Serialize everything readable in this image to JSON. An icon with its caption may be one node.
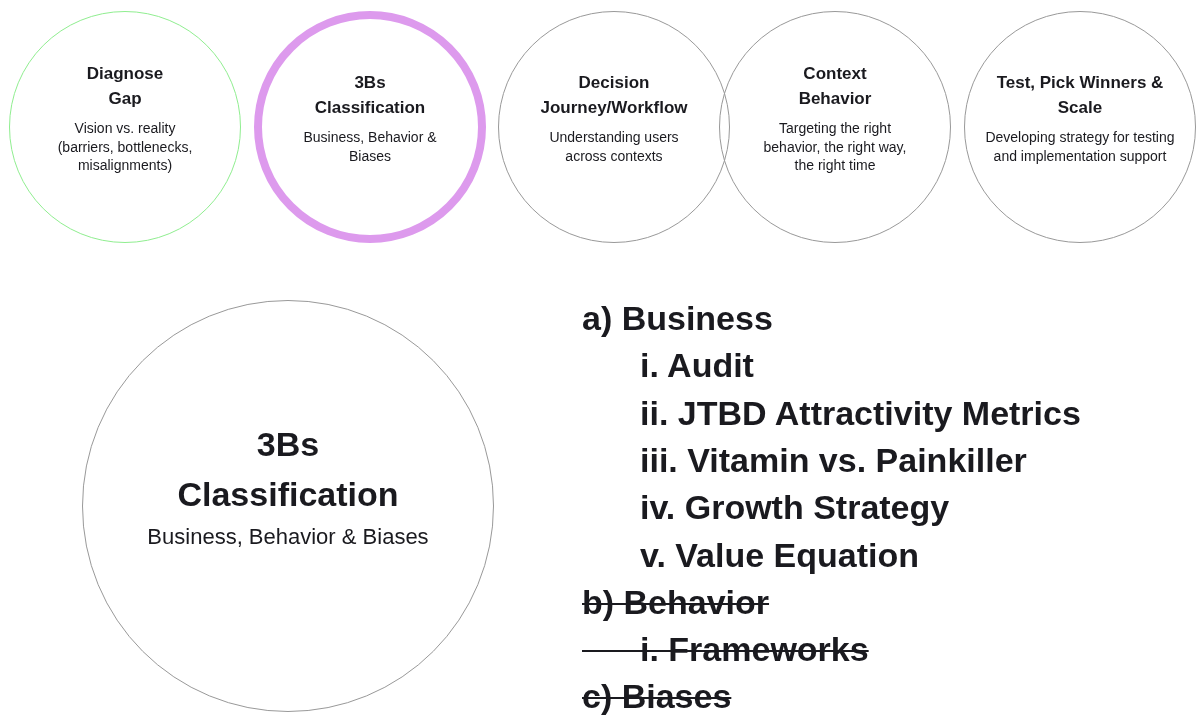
{
  "diagram": {
    "nodes": [
      {
        "text": [
          "Diagnose Gap",
          "Vision vs. reality (barriers, bottlenecks, misalignments)"
        ]
      },
      {
        "text": [
          "3Bs Classification",
          "Business, Behavior & Biases"
        ]
      },
      {
        "text": [
          "Decision Journey/Workflow",
          "Understanding users across contexts"
        ]
      },
      {
        "text": [
          "Context Behavior",
          "Targeting the right behavior, the right way, the right time"
        ]
      },
      {
        "text": [
          "Test, Pick Winners & Scale",
          "Developing strategy for testing and implementation support"
        ]
      },
      {
        "text": [
          "3Bs Classification",
          "Business, Behavior & Biases"
        ]
      }
    ],
    "labels": [
      "a) Business",
      "i. Audit",
      "ii. JTBD Attractivity Metrics",
      "iii. Vitamin vs. Painkiller",
      "iv. Growth Strategy",
      "v. Value Equation",
      "b) Behavior",
      "i. Frameworks",
      "c) Biases"
    ]
  }
}
